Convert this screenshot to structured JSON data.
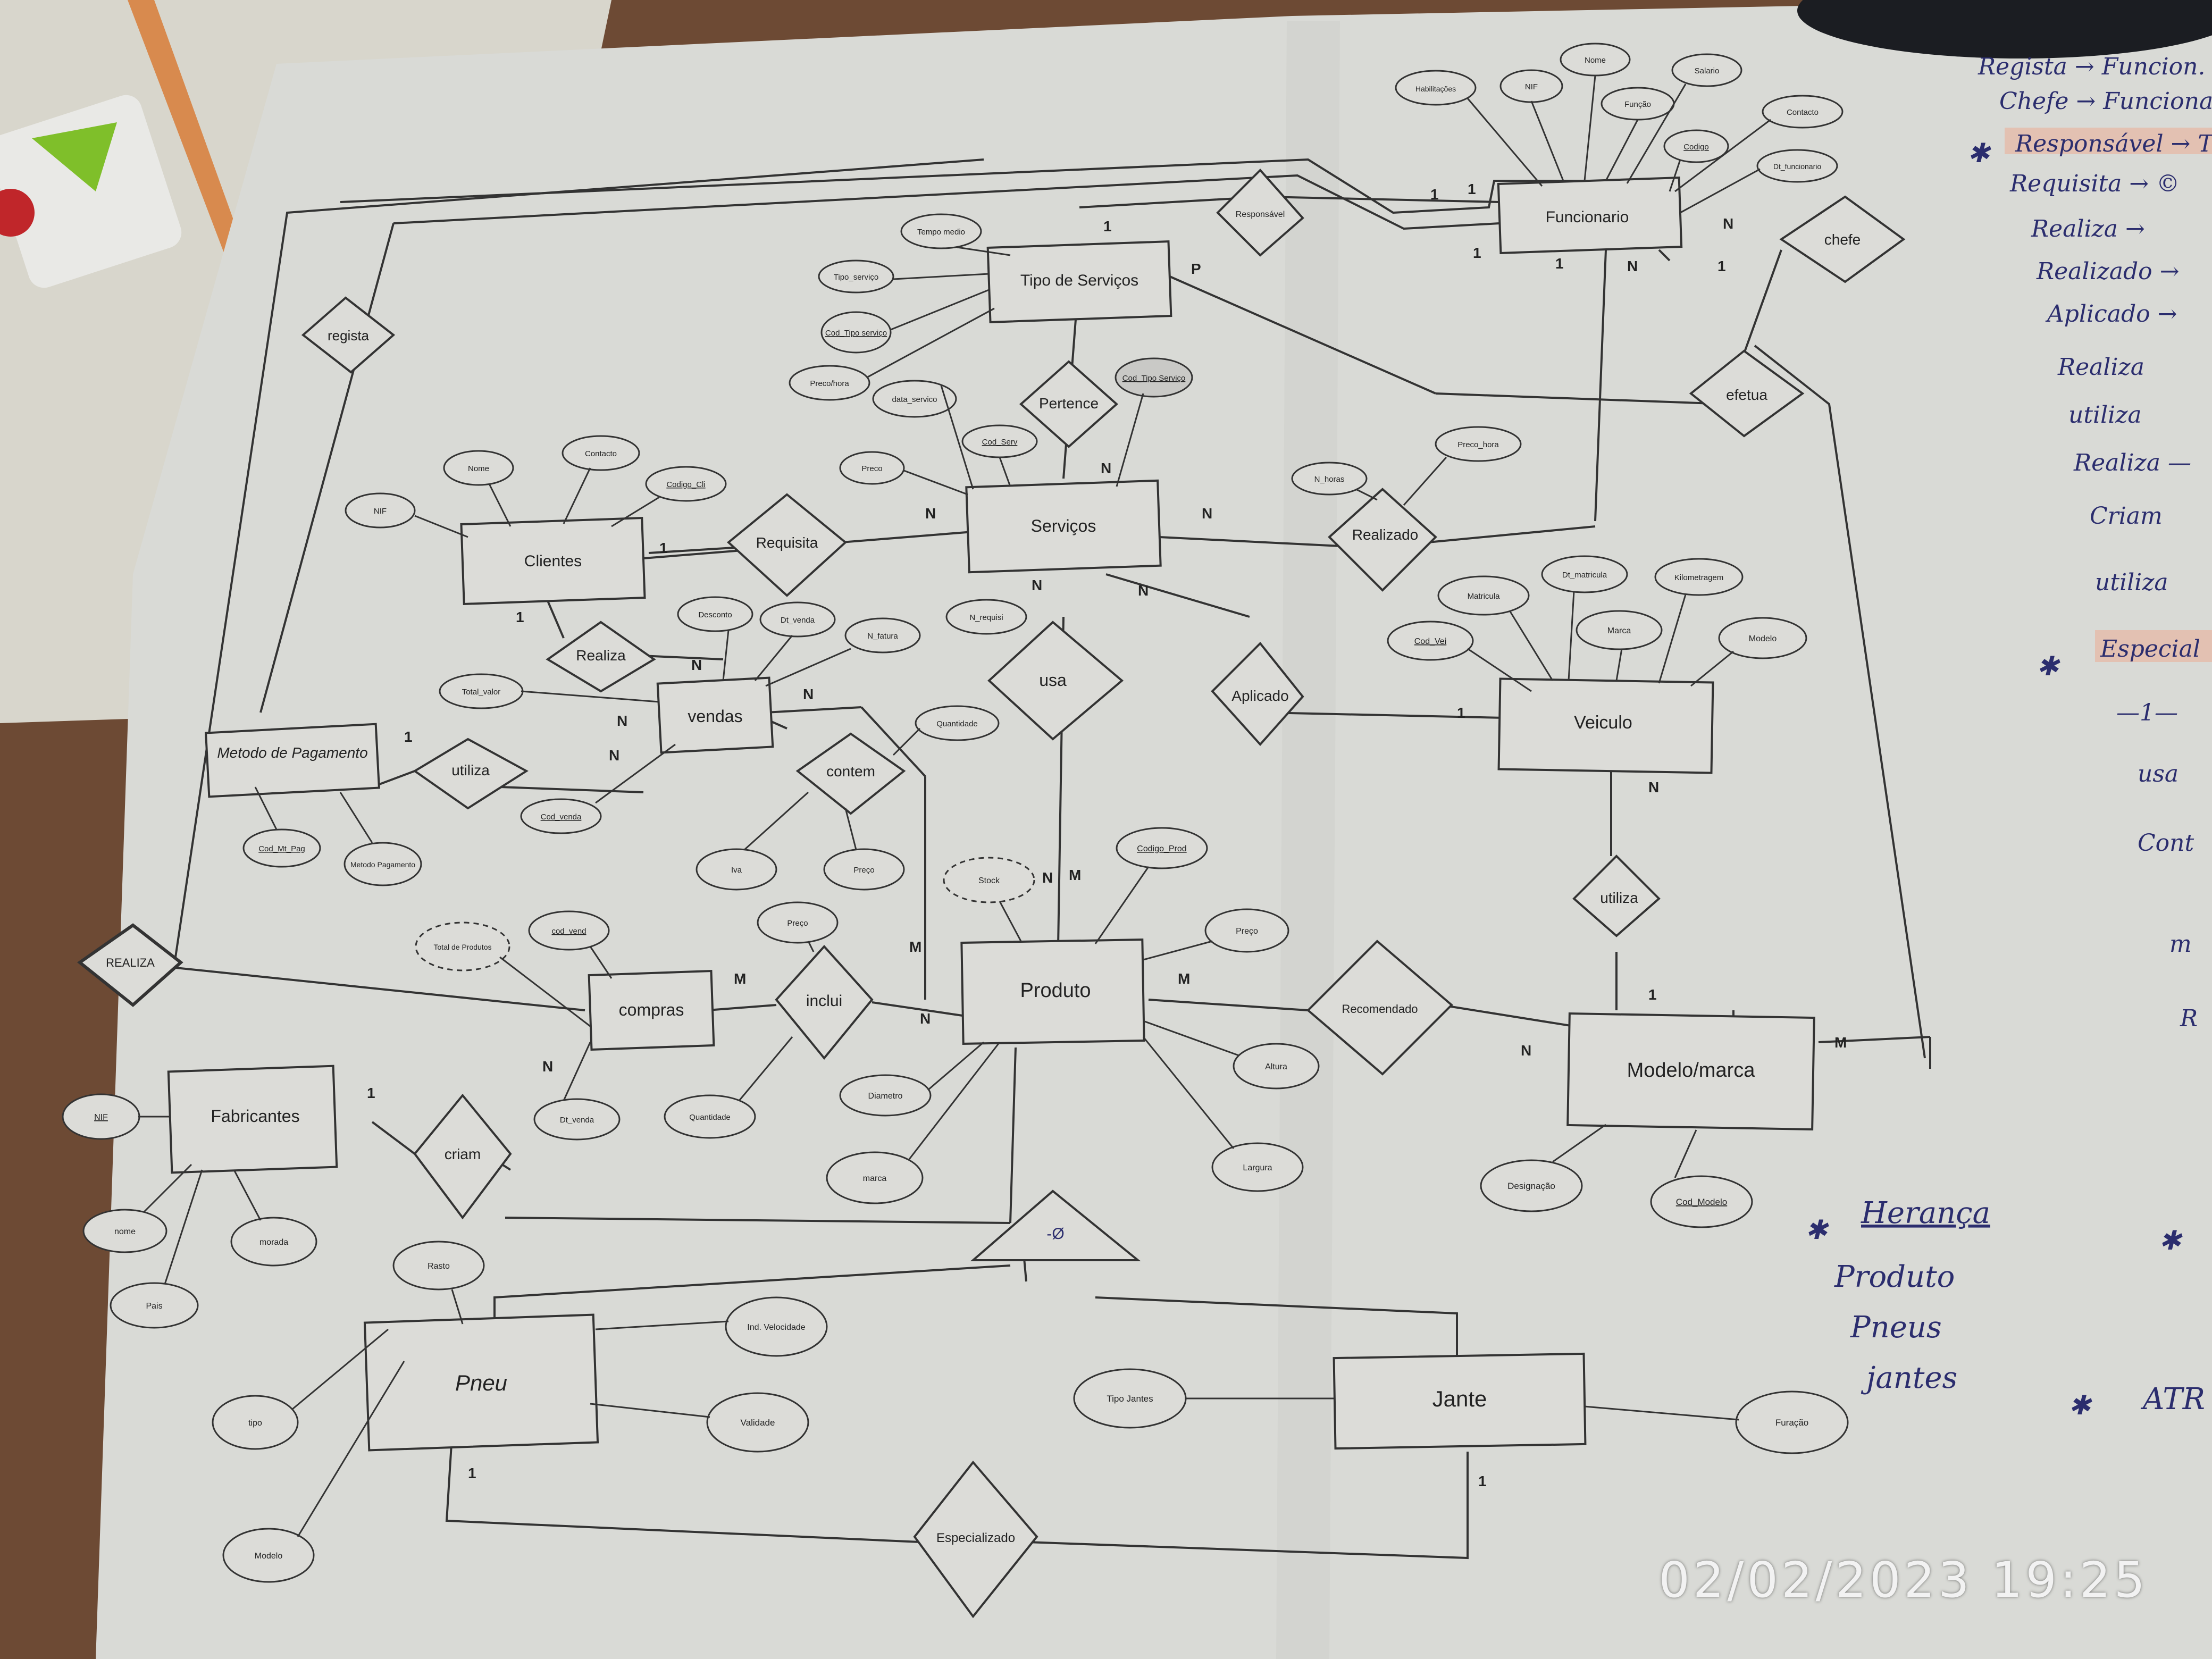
{
  "photo": {
    "description_colors": {
      "paper": "#d9dad6",
      "table": "#6d4a34",
      "ink": "#222222",
      "pen": "#2b2d6e"
    },
    "timestamp": "02/02/2023  19:25"
  },
  "diagram": {
    "entities": {
      "funcionario": "Funcionario",
      "tipo_servicos": "Tipo de Serviços",
      "clientes": "Clientes",
      "servicos": "Serviços",
      "vendas": "vendas",
      "metodo_pagamento": "Metodo de Pagamento",
      "veiculo": "Veiculo",
      "compras": "compras",
      "produto": "Produto",
      "fabricantes": "Fabricantes",
      "modelo_marca": "Modelo/marca",
      "pneu": "Pneu",
      "jante": "Jante"
    },
    "relationships": {
      "responsavel": "Responsável",
      "chefe": "chefe",
      "regista": "regista",
      "pertence": "Pertence",
      "efetua": "efetua",
      "requisita": "Requisita",
      "realizado": "Realizado",
      "realiza": "Realiza",
      "usa": "usa",
      "aplicado": "Aplicado",
      "utiliza_pag": "utiliza",
      "contem": "contem",
      "utiliza_modelo": "utiliza",
      "realiza_compras": "REALIZA",
      "inclui": "inclui",
      "recomendado": "Recomendado",
      "criam": "criam",
      "especializado": "Especializado"
    },
    "attributes": {
      "habilitacoes": "Habilitações",
      "nif_func": "NIF",
      "nome_func": "Nome",
      "salario": "Salario",
      "funcao": "Função",
      "contacto_func": "Contacto",
      "codigo_func": "Codigo",
      "dt_funcionario": "Dt_funcionario",
      "tempo_medio": "Tempo medio",
      "tipo_servico": "Tipo_serviço",
      "cod_tipo_servico": "Cod_Tipo serviço",
      "preco_hora_tipo": "Preco/hora",
      "cod_tipo_servico_fk": "Cod_Tipo Serviço",
      "data_servico": "data_servico",
      "cod_serv": "Cod_Serv",
      "preco_serv": "Preco",
      "n_horas": "N_horas",
      "preco_hora": "Preco_hora",
      "nome_cli": "Nome",
      "contacto_cli": "Contacto",
      "codigo_cli": "Codigo_Cli",
      "nif_cli": "NIF",
      "desconto": "Desconto",
      "dt_venda": "Dt_venda",
      "n_fatura": "N_fatura",
      "n_requisi": "N_requisi",
      "total_valor": "Total_valor",
      "quantidade_venda": "Quantidade",
      "cod_venda": "Cod_venda",
      "iva": "Iva",
      "preco_contem": "Preço",
      "cod_mt_pag": "Cod_Mt_Pag",
      "metodo_pagamento_att": "Metodo Pagamento",
      "matricula": "Matricula",
      "dt_matricula": "Dt_matricula",
      "kilometragem": "Kilometragem",
      "cod_vei": "Cod_Vei",
      "marca_vei": "Marca",
      "modelo_vei": "Modelo",
      "stock": "Stock",
      "codigo_prod": "Codigo_Prod",
      "preco_prod": "Preço",
      "altura": "Altura",
      "largura": "Largura",
      "diametro": "Diametro",
      "marca_prod": "marca",
      "total_compras": "Total de Produtos",
      "cod_venc": "cod_vend",
      "preco_inclui": "Preço",
      "dt_venda_compras": "Dt_venda",
      "quantidade_compras": "Quantidade",
      "nif_fab": "NIF",
      "nome_fab": "nome",
      "morada_fab": "morada",
      "pais_fab": "Pais",
      "designacao": "Designação",
      "cod_modelo": "Cod_Modelo",
      "rasto": "Rasto",
      "ind_velocidade": "Ind. Velocidade",
      "tipo_pneu": "tipo",
      "validade": "Validade",
      "modelo_pneu": "Modelo",
      "tipo_jantes": "Tipo Jantes",
      "furacao": "Furação"
    },
    "cardinalities": [
      "1",
      "1",
      "1",
      "N",
      "1",
      "P",
      "1",
      "N",
      "1",
      "N",
      "N",
      "N",
      "N",
      "1",
      "N",
      "N",
      "1",
      "N",
      "N",
      "1",
      "N",
      "N",
      "1",
      "N",
      "M",
      "M",
      "N",
      "M",
      "N",
      "1",
      "M",
      "1",
      "N",
      "1",
      "1",
      "M"
    ]
  },
  "handwritten_notes": {
    "list": [
      "Regista → Funcion.",
      "Chefe → Funciona",
      "Responsável → Tuno",
      "Requisita → ©",
      "Realiza →",
      "Realizado →",
      "Aplicado →",
      "Realiza",
      "utiliza",
      "Realiza —",
      "Criam",
      "utiliza",
      "Especial",
      "—1—",
      "usa",
      "Cont",
      "m",
      "R"
    ],
    "heranca": "Herança",
    "produto": "Produto",
    "pneus": "Pneus",
    "jantes": "jantes",
    "atr": "ATR"
  }
}
